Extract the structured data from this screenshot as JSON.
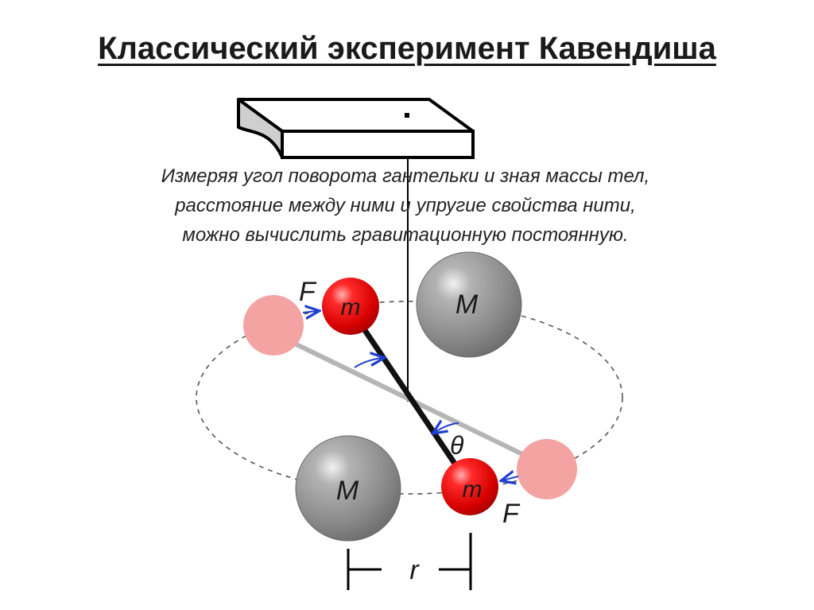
{
  "title": "Классический эксперимент Кавендиша",
  "description": [
    "Измеряя угол поворота гантельки и зная массы тел,",
    "расстояние между ними и упругие свойства нити,",
    "можно вычислить гравитационную постоянную."
  ],
  "labels": {
    "big_mass": "M",
    "small_mass": "m",
    "force": "F",
    "angle": "θ",
    "distance": "r"
  },
  "colors": {
    "small_mass": "#e01010",
    "small_mass_initial": "#f4a3a3",
    "big_mass": "#8c8c8c",
    "arrow": "#1f3fd0",
    "rod_initial": "#b5b5b5",
    "rod": "#111111"
  }
}
